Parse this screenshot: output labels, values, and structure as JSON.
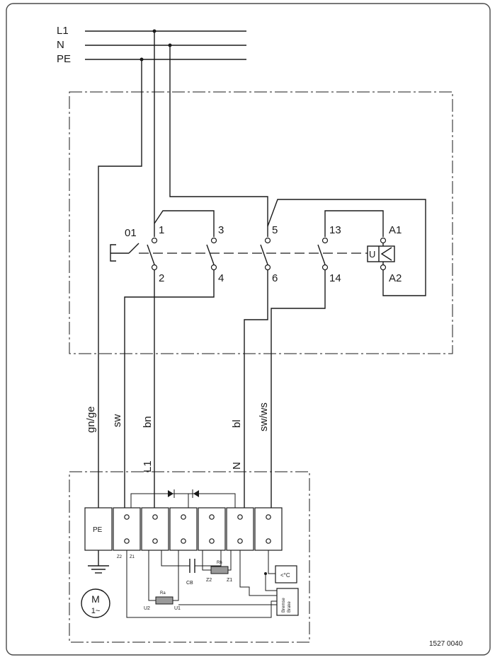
{
  "supply": {
    "l1": "L1",
    "n": "N",
    "pe": "PE"
  },
  "switch": {
    "id": "01",
    "terminals": {
      "t1": "1",
      "t2": "2",
      "t3": "3",
      "t4": "4",
      "t5": "5",
      "t6": "6",
      "t13": "13",
      "t14": "14",
      "a1": "A1",
      "a2": "A2"
    },
    "coil_label": "U"
  },
  "wire_colors": {
    "gnge": "gn/ge",
    "sw": "sw",
    "bn": "bn",
    "bl": "bl",
    "swws": "sw/ws"
  },
  "terminal_labels": {
    "l1": "L1",
    "n": "N",
    "pe": "PE",
    "z2a": "Z2",
    "z1a": "Z1"
  },
  "components": {
    "motor_m": "M",
    "motor_phase": "1~",
    "cb": "CB",
    "ra": "Ra",
    "rh": "Rh",
    "u2": "U2",
    "u1": "U1",
    "z2b": "Z2",
    "z1b": "Z1",
    "thermostat": "<°C",
    "brake_label_1": "Bremse",
    "brake_label_2": "Brake"
  },
  "figure_number": "1527  0040"
}
